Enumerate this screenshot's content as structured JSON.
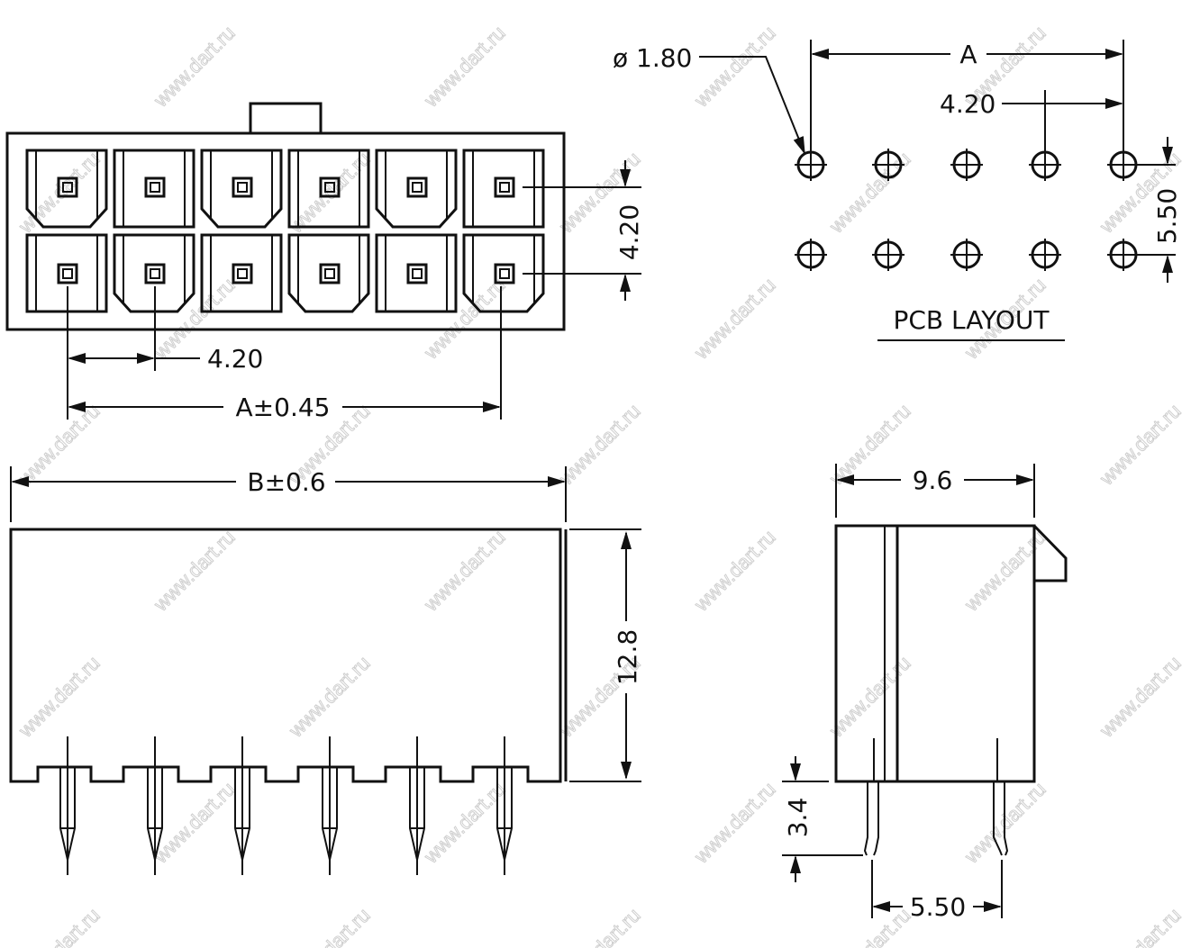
{
  "watermark": "www.dart.ru",
  "front_view": {
    "rows": 2,
    "columns": 6,
    "dim_row_pitch": "4.20",
    "dim_col_pitch": "4.20",
    "dim_span": "A±0.45"
  },
  "pcb_layout": {
    "title": "PCB LAYOUT",
    "dim_hole": "ø 1.80",
    "dim_span": "A",
    "dim_pitch": "4.20",
    "dim_row_pitch": "5.50"
  },
  "side_view": {
    "dim_length": "B±0.6",
    "dim_height": "12.8"
  },
  "end_view": {
    "dim_width": "9.6",
    "dim_pin_length": "3.4",
    "dim_pin_spacing": "5.50"
  },
  "colors": {
    "line": "#111111",
    "watermark": "#cfcfcf"
  }
}
